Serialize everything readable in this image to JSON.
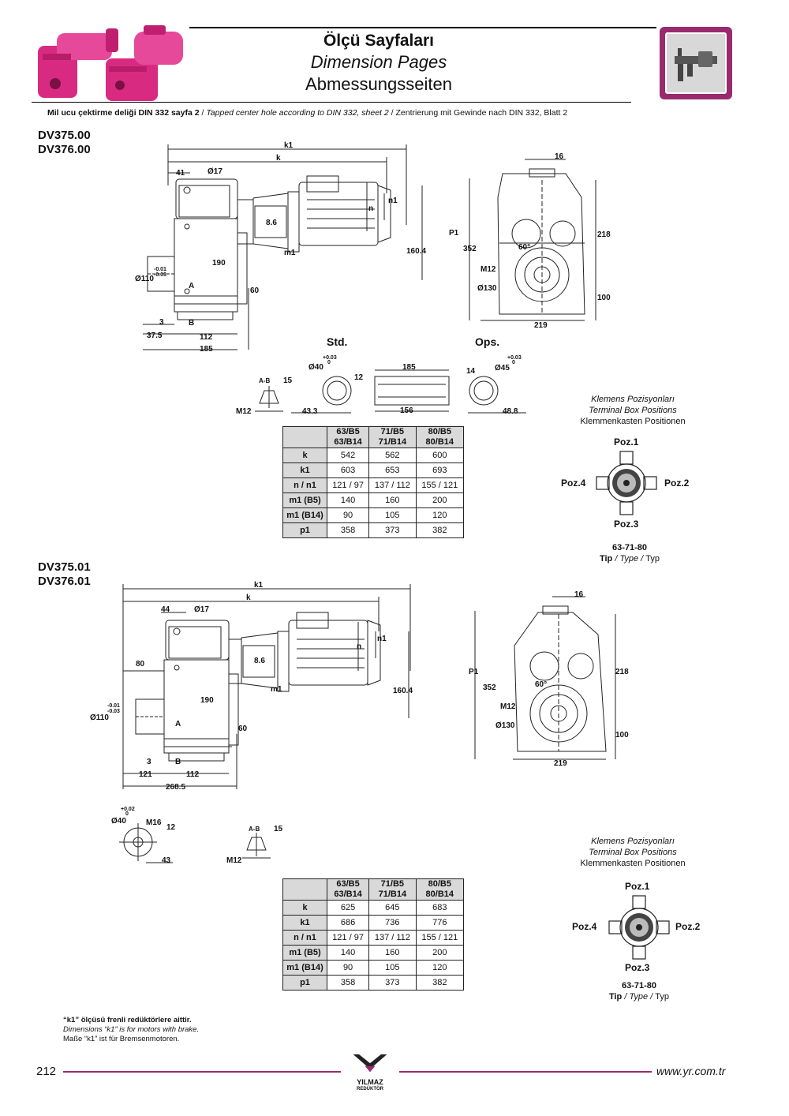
{
  "header": {
    "title": "Ölçü Sayfaları",
    "subtitle_en": "Dimension Pages",
    "subtitle_de": "Abmessungsseiten"
  },
  "note": {
    "tr": "Mil ucu çektirme deliği DIN 332 sayfa 2",
    "sep1": " / ",
    "en": "Tapped center hole according to DIN 332, sheet 2",
    "sep2": "  /  ",
    "de": "Zentrierung mit Gewinde nach DIN 332, Blatt 2"
  },
  "section1": {
    "model_a": "DV375.00",
    "model_b": "DV376.00",
    "std_label": "Std.",
    "ops_label": "Ops.",
    "dims": {
      "k1": "k1",
      "k": "k",
      "d41": "41",
      "o17": "Ø17",
      "n": "n",
      "n1": "n1",
      "d86": "8.6",
      "m1": "m1",
      "d1604": "160.4",
      "d190": "190",
      "o110": "Ø110",
      "tol_top": "-0.01",
      "tol_bot": "-0.03",
      "a": "A",
      "b": "B",
      "d60": "60",
      "d3": "3",
      "d375": "37.5",
      "d112": "112",
      "d185": "185",
      "d16": "16",
      "p1": "P1",
      "d218": "218",
      "d352": "352",
      "d60deg": "60°",
      "m12": "M12",
      "o130": "Ø130",
      "d100": "100",
      "d219": "219",
      "ab": "A-B",
      "d15": "15",
      "m12b": "M12",
      "d433": "43.3",
      "o40": "Ø40",
      "tol003": "+0.03",
      "tol0": "0",
      "d12": "12",
      "d185b": "185",
      "d156": "156",
      "d14": "14",
      "o45": "Ø45",
      "d488": "48.8"
    },
    "table": {
      "headers": [
        [
          "63/B5",
          "63/B14"
        ],
        [
          "71/B5",
          "71/B14"
        ],
        [
          "80/B5",
          "80/B14"
        ]
      ],
      "rows": [
        {
          "label": "k",
          "values": [
            "542",
            "562",
            "600"
          ]
        },
        {
          "label": "k1",
          "values": [
            "603",
            "653",
            "693"
          ]
        },
        {
          "label": "n / n1",
          "values": [
            "121 / 97",
            "137 / 112",
            "155 / 121"
          ]
        },
        {
          "label": "m1 (B5)",
          "values": [
            "140",
            "160",
            "200"
          ]
        },
        {
          "label": "m1 (B14)",
          "values": [
            "90",
            "105",
            "120"
          ]
        },
        {
          "label": "p1",
          "values": [
            "358",
            "373",
            "382"
          ]
        }
      ]
    }
  },
  "section2": {
    "model_a": "DV375.01",
    "model_b": "DV376.01",
    "dims": {
      "k1": "k1",
      "k": "k",
      "d44": "44",
      "o17": "Ø17",
      "n": "n",
      "n1": "n1",
      "d80": "80",
      "d86": "8.6",
      "m1": "m1",
      "d1604": "160.4",
      "d190": "190",
      "o110": "Ø110",
      "tol_top": "-0.01",
      "tol_bot": "-0.03",
      "a": "A",
      "b": "B",
      "d60": "60",
      "d3": "3",
      "d121": "121",
      "d112": "112",
      "d2685": "268.5",
      "d16": "16",
      "p1": "P1",
      "d218": "218",
      "d352": "352",
      "d60deg": "60°",
      "m12": "M12",
      "o130": "Ø130",
      "d100": "100",
      "d219": "219",
      "tol002": "+0.02",
      "tol0": "0",
      "o40": "Ø40",
      "m16": "M16",
      "d12": "12",
      "d43": "43",
      "ab": "A-B",
      "d15": "15",
      "m12b": "M12"
    },
    "table": {
      "headers": [
        [
          "63/B5",
          "63/B14"
        ],
        [
          "71/B5",
          "71/B14"
        ],
        [
          "80/B5",
          "80/B14"
        ]
      ],
      "rows": [
        {
          "label": "k",
          "values": [
            "625",
            "645",
            "683"
          ]
        },
        {
          "label": "k1",
          "values": [
            "686",
            "736",
            "776"
          ]
        },
        {
          "label": "n / n1",
          "values": [
            "121 / 97",
            "137 / 112",
            "155 / 121"
          ]
        },
        {
          "label": "m1 (B5)",
          "values": [
            "140",
            "160",
            "200"
          ]
        },
        {
          "label": "m1 (B14)",
          "values": [
            "90",
            "105",
            "120"
          ]
        },
        {
          "label": "p1",
          "values": [
            "358",
            "373",
            "382"
          ]
        }
      ]
    }
  },
  "terminal_box": {
    "tr": "Klemens Pozisyonları",
    "en": "Terminal Box Positions",
    "de": "Klemmenkasten Positionen",
    "poz1": "Poz.1",
    "poz2": "Poz.2",
    "poz3": "Poz.3",
    "poz4": "Poz.4",
    "types": "63-71-80",
    "tip_tr": "Tip",
    "tip_sep": " / ",
    "tip_en": "Type",
    "tip_de": "Typ"
  },
  "footnote": {
    "tr": "“k1” ölçüsü frenli redüktörlere aittir.",
    "en": "Dimensions “k1” is for motors with brake.",
    "de": "Maße “k1” ist für Bremsenmotoren."
  },
  "footer": {
    "page": "212",
    "site": "www.yr.com.tr",
    "logo_name": "YILMAZ",
    "logo_sub": "REDÜKTÖR"
  },
  "colors": {
    "brand": "#9a2a6e",
    "motor": "#e0308a",
    "table_head": "#d9d9d9"
  }
}
